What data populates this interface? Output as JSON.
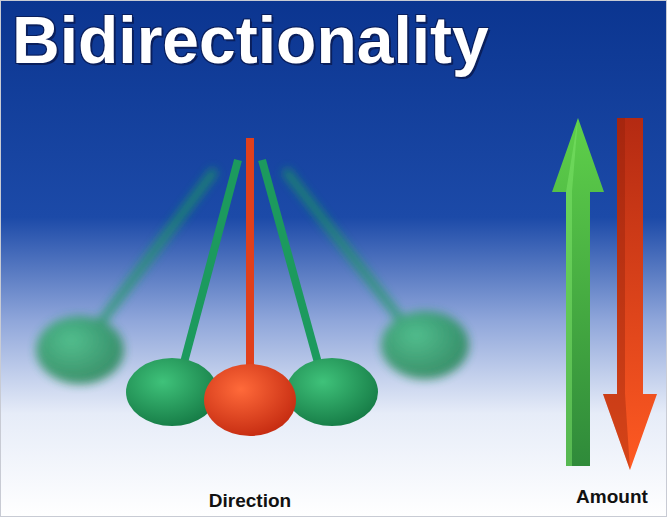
{
  "diagram": {
    "title": "Bidirectionality",
    "labels": [
      "Direction",
      "Amount"
    ]
  }
}
